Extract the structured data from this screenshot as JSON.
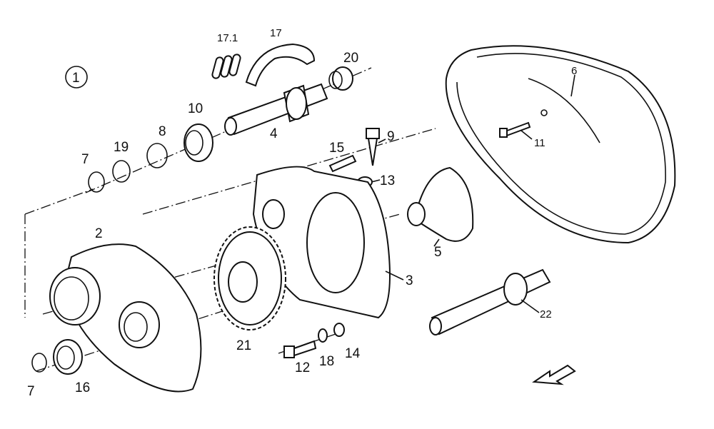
{
  "diagram": {
    "assembly_number": "1",
    "callouts": {
      "c17_1": "17.1",
      "c17": "17",
      "c20": "20",
      "c10": "10",
      "c4": "4",
      "c8": "8",
      "c19": "19",
      "c7a": "7",
      "c9": "9",
      "c15": "15",
      "c13": "13",
      "c6": "6",
      "c11": "11",
      "c2": "2",
      "c5": "5",
      "c3": "3",
      "c21": "21",
      "c22": "22",
      "c12": "12",
      "c18": "18",
      "c14": "14",
      "c7b": "7",
      "c16": "16"
    }
  }
}
